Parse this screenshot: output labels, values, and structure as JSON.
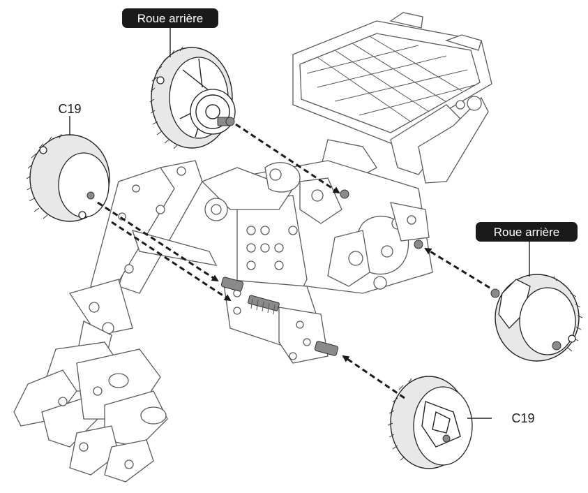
{
  "labels": {
    "rear_wheel_top": "Roue arrière",
    "rear_wheel_right": "Roue arrière",
    "c19_left": "C19",
    "c19_bottom": "C19"
  },
  "colors": {
    "line": "#222222",
    "label_bg": "#1a1a1a",
    "label_text": "#ffffff"
  }
}
